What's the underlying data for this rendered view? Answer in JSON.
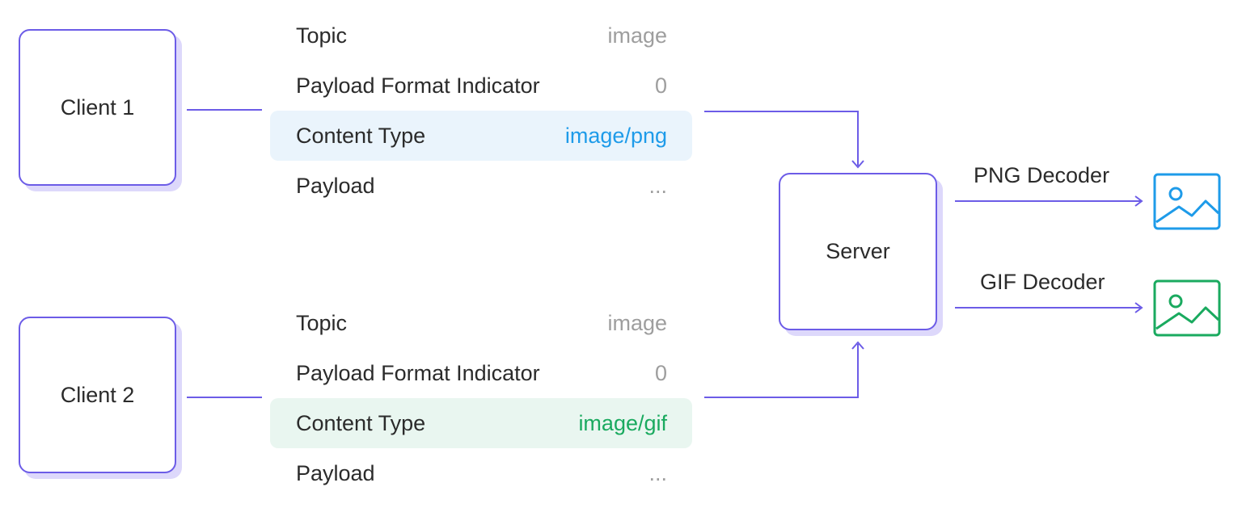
{
  "clients": [
    {
      "name": "Client 1",
      "packet": [
        {
          "field": "Topic",
          "value": "image"
        },
        {
          "field": "Payload Format Indicator",
          "value": "0"
        },
        {
          "field": "Content Type",
          "value": "image/png"
        },
        {
          "field": "Payload",
          "value": "..."
        }
      ]
    },
    {
      "name": "Client 2",
      "packet": [
        {
          "field": "Topic",
          "value": "image"
        },
        {
          "field": "Payload Format Indicator",
          "value": "0"
        },
        {
          "field": "Content Type",
          "value": "image/gif"
        },
        {
          "field": "Payload",
          "value": "..."
        }
      ]
    }
  ],
  "server": {
    "label": "Server"
  },
  "decoders": [
    {
      "label": "PNG Decoder",
      "icon": "image-icon",
      "color": "#1e9be9"
    },
    {
      "label": "GIF Decoder",
      "icon": "image-icon",
      "color": "#1aaa5f"
    }
  ],
  "colors": {
    "accent": "#6c5ce7",
    "shadow": "#ddd8fb",
    "png": "#1e9be9",
    "gif": "#1aaa5f"
  }
}
